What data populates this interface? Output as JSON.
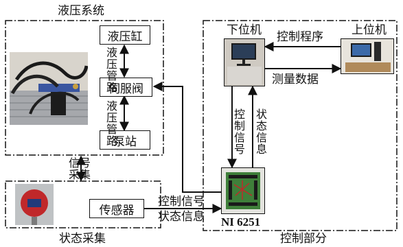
{
  "groups": {
    "hydraulic": "液压系统",
    "state_collect": "状态采集",
    "control": "控制部分"
  },
  "blocks": {
    "cylinder": "液压缸",
    "servo_valve": "伺服阀",
    "pump_station": "泵站",
    "sensor": "传感器",
    "lower_pc": "下位机",
    "upper_pc": "上位机",
    "ni_card": "NI 6251"
  },
  "links": {
    "hydraulic_pipe": "液压管路",
    "signal_collect": "信号采集",
    "control_program": "控制程序",
    "measure_data": "测量数据",
    "control_signal": "控制信号",
    "state_info": "状态信息"
  },
  "colors": {
    "line": "#111111",
    "red_device": "#c0282a",
    "green_board": "#3f7f3a"
  }
}
